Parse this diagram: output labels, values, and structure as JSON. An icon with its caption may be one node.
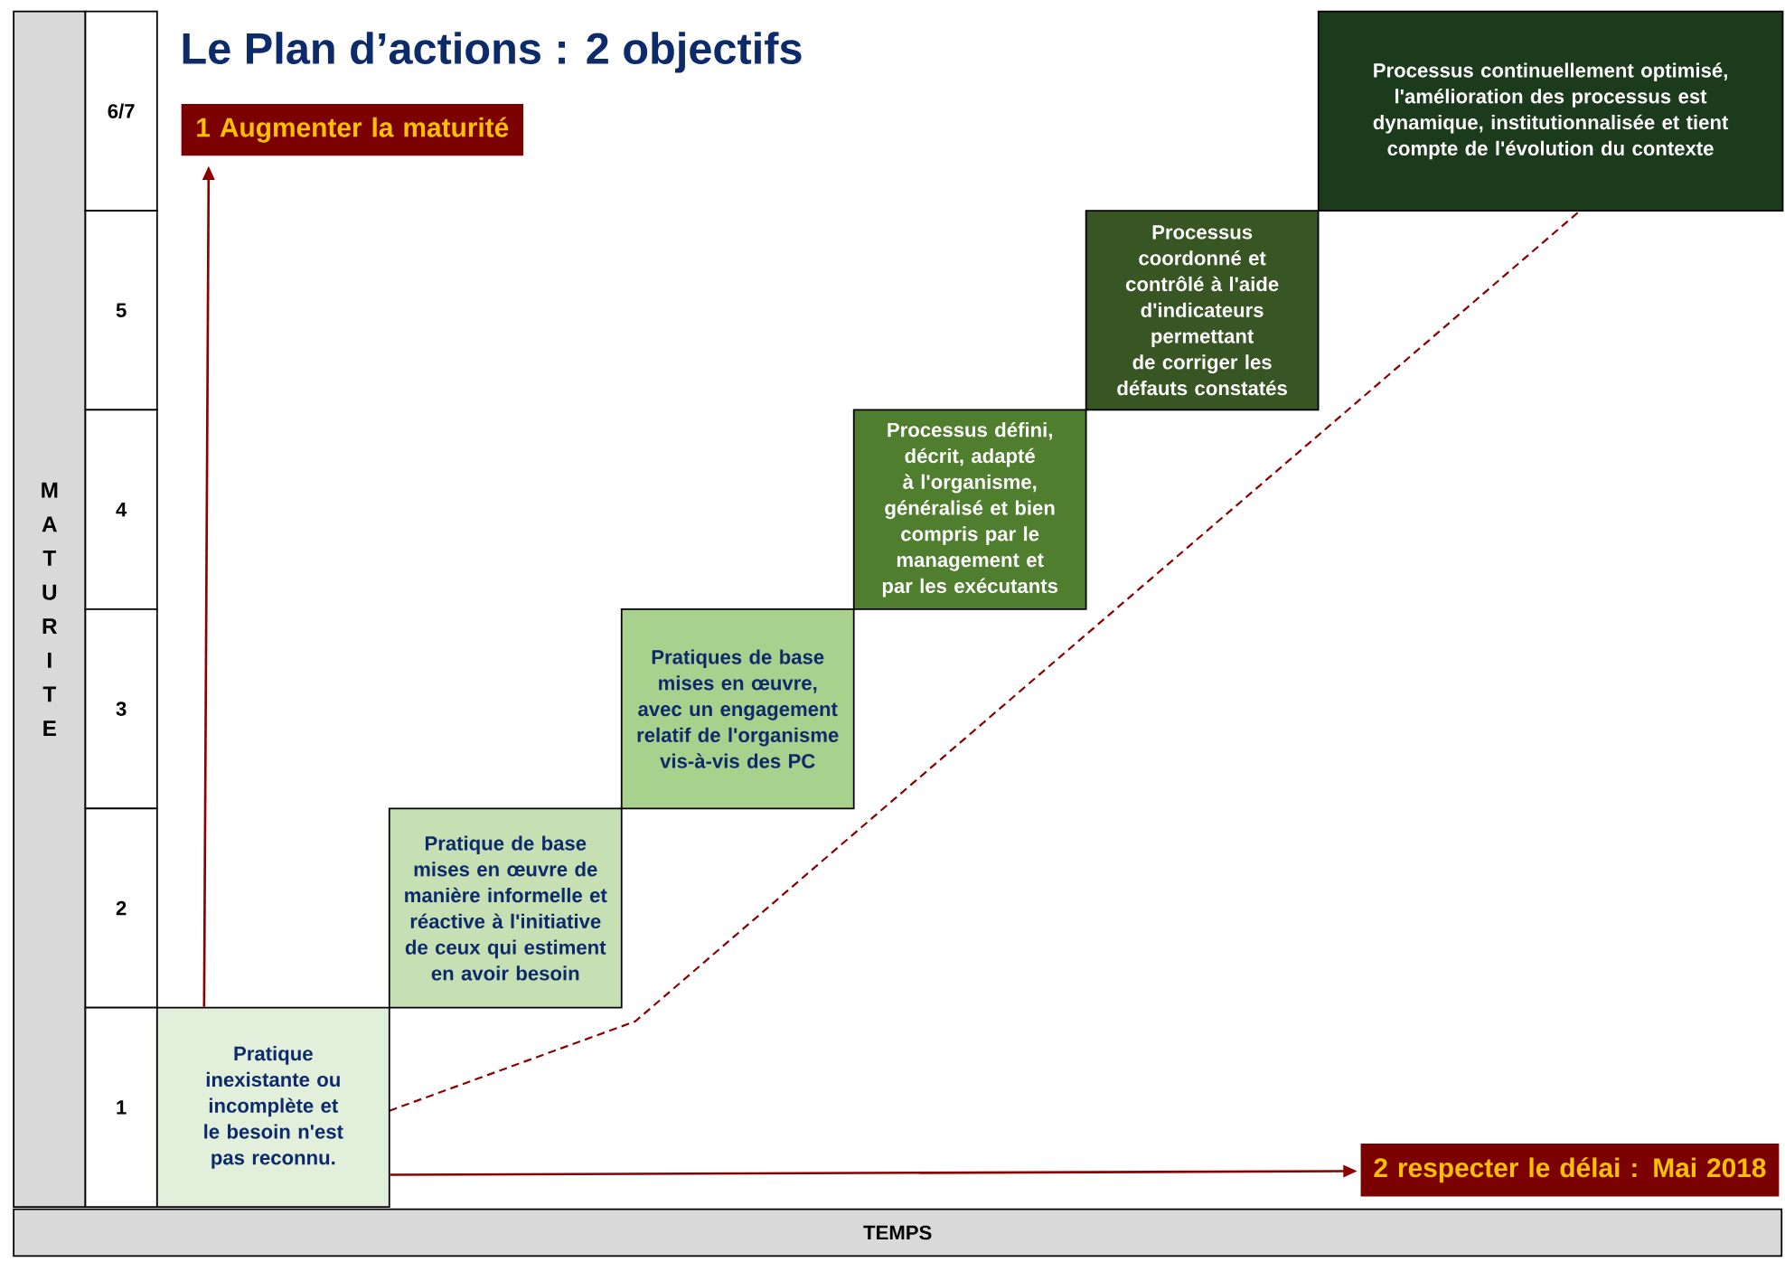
{
  "diagram": {
    "title": "Le Plan d’actions : 2 objectifs",
    "nodes": [
      {
        "text": [
          "MATURITE"
        ]
      },
      {
        "text": [
          "6/7"
        ]
      },
      {
        "text": [
          "5"
        ]
      },
      {
        "text": [
          "4"
        ]
      },
      {
        "text": [
          "3"
        ]
      },
      {
        "text": [
          "2"
        ]
      },
      {
        "text": [
          "1"
        ]
      },
      {
        "text": [
          "1 Augmenter la maturité"
        ]
      },
      {
        "text": [
          "Pratique inexistante ou incomplète et le besoin n'est pas reconnu."
        ]
      },
      {
        "text": [
          "Pratique de base mises en œuvre de manière informelle et réactive à l'initiative de ceux qui estiment en avoir besoin"
        ]
      },
      {
        "text": [
          "Pratiques de base mises en œuvre, avec un engagement relatif de l'organisme vis-à-vis des PC"
        ]
      },
      {
        "text": [
          "Processus défini, décrit, adapté à l'organisme, généralisé et bien compris par le management et par les exécutants"
        ]
      },
      {
        "text": [
          "Processus coordonné et contrôlé à l'aide d'indicateurs permettant de corriger les défauts constatés"
        ]
      },
      {
        "text": [
          "Processus continuellement optimisé, l'amélioration des processus est dynamique, institutionnalisée et tient compte de l'évolution du contexte"
        ]
      },
      {
        "text": [
          "2 respecter le délai : Mai 2018"
        ]
      },
      {
        "text": [
          "TEMPS"
        ]
      }
    ],
    "edges": [
      {
        "from": 8,
        "to": 7,
        "arrow": "to"
      },
      {
        "from": 8,
        "to": 14,
        "arrow": "to"
      },
      {
        "from": 8,
        "to": 13,
        "arrow": "none",
        "style": "dashed"
      }
    ]
  }
}
